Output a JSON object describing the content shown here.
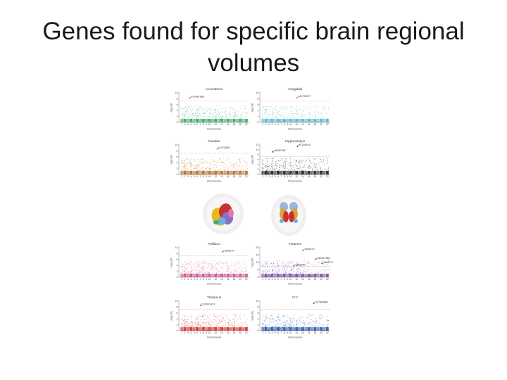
{
  "slide": {
    "title": "Genes found for specific brain regional volumes"
  },
  "figure": {
    "xlabel": "Chromosome",
    "ylabel": "-log10(P)",
    "chromosome_ticks": [
      "1",
      "2",
      "3",
      "4",
      "5",
      "6",
      "7",
      "8",
      "9",
      "10",
      "12",
      "14",
      "16",
      "18",
      "20",
      "22"
    ],
    "panels": [
      {
        "title": "Accumbens",
        "color": "#3aa86a",
        "ymax": 10,
        "yticks": [
          "0",
          "2",
          "4",
          "6",
          "8",
          "10"
        ],
        "snps": [
          {
            "label": "rs14367858",
            "chr": 3.6,
            "y": 8.3
          }
        ]
      },
      {
        "title": "Amygdala",
        "color": "#5fb3c8",
        "ymax": 10,
        "yticks": [
          "0",
          "2",
          "4",
          "6",
          "8",
          "10"
        ],
        "snps": [
          {
            "label": "rs11725577",
            "chr": 12.1,
            "y": 8.4
          }
        ]
      },
      {
        "title": "Caudate",
        "color": "#b5702a",
        "ymax": 10,
        "yticks": [
          "0",
          "2",
          "4",
          "6",
          "8",
          "10"
        ],
        "snps": [
          {
            "label": "rs1318862",
            "chr": 12.6,
            "y": 8.7
          }
        ]
      },
      {
        "title": "Hippocampus",
        "color": "#222222",
        "ymax": 12,
        "yticks": [
          "0",
          "2",
          "4",
          "6",
          "8",
          "10",
          "12"
        ],
        "snps": [
          {
            "label": "rs7294919",
            "chr": 12.3,
            "y": 11.5
          },
          {
            "label": "rs6087662",
            "chr": 4.3,
            "y": 9.2
          }
        ]
      },
      {
        "title": "Pallidum",
        "color": "#d0528c",
        "ymax": 10,
        "yticks": [
          "0",
          "2",
          "4",
          "6",
          "8",
          "10"
        ],
        "snps": [
          {
            "label": "rs945270",
            "chr": 14.3,
            "y": 8.6
          }
        ]
      },
      {
        "title": "Putamen",
        "color": "#7b4ea3",
        "ymax": 20,
        "yticks": [
          "0",
          "5",
          "10",
          "15",
          "20"
        ],
        "snps": [
          {
            "label": "rs945270",
            "chr": 14.1,
            "y": 18.2
          },
          {
            "label": "rs62097986",
            "chr": 18.2,
            "y": 12.2
          },
          {
            "label": "rs683250",
            "chr": 11.1,
            "y": 7.6
          },
          {
            "label": "rs6087771",
            "chr": 20.3,
            "y": 9.3
          }
        ]
      },
      {
        "title": "Thalamus",
        "color": "#d63030",
        "ymax": 10,
        "yticks": [
          "0",
          "2",
          "4",
          "6",
          "8",
          "10"
        ],
        "snps": [
          {
            "label": "rs10001413",
            "chr": 7.1,
            "y": 8.6
          }
        ]
      },
      {
        "title": "ICV",
        "color": "#2c56a6",
        "ymax": 10,
        "yticks": [
          "0",
          "2",
          "4",
          "6",
          "8",
          "10"
        ],
        "snps": [
          {
            "label": "rs17689882",
            "chr": 17.6,
            "y": 9.3
          }
        ]
      }
    ]
  }
}
